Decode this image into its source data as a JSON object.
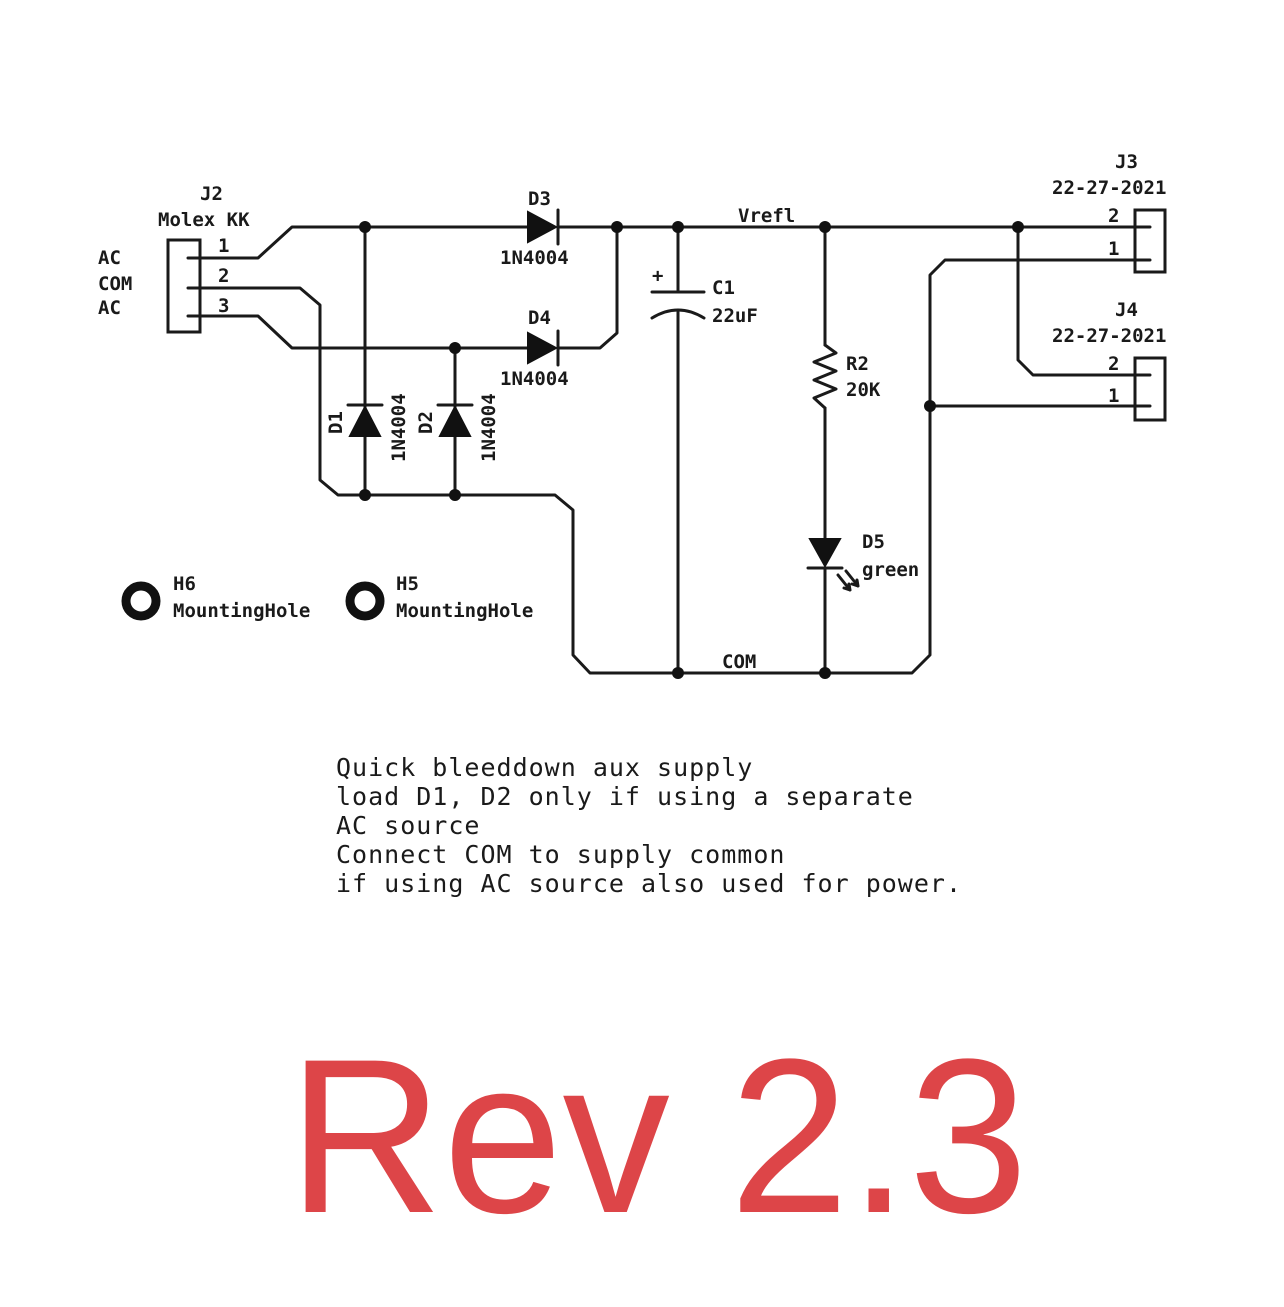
{
  "schematic": {
    "j2": {
      "ref": "J2",
      "value": "Molex KK",
      "pins": [
        "1",
        "2",
        "3"
      ],
      "signals": [
        "AC",
        "COM",
        "AC"
      ]
    },
    "d3": {
      "ref": "D3",
      "value": "1N4004"
    },
    "d4": {
      "ref": "D4",
      "value": "1N4004"
    },
    "d1": {
      "ref": "D1",
      "value": "1N4004"
    },
    "d2": {
      "ref": "D2",
      "value": "1N4004"
    },
    "c1": {
      "ref": "C1",
      "value": "22uF",
      "polarity": "+"
    },
    "r2": {
      "ref": "R2",
      "value": "20K"
    },
    "d5": {
      "ref": "D5",
      "value": "green"
    },
    "j3": {
      "ref": "J3",
      "value": "22-27-2021",
      "pins": [
        "2",
        "1"
      ]
    },
    "j4": {
      "ref": "J4",
      "value": "22-27-2021",
      "pins": [
        "2",
        "1"
      ]
    },
    "h6": {
      "ref": "H6",
      "value": "MountingHole"
    },
    "h5": {
      "ref": "H5",
      "value": "MountingHole"
    },
    "nets": {
      "vrefl": "Vrefl",
      "com": "COM"
    }
  },
  "notes": [
    "Quick bleeddown aux supply",
    "load D1, D2 only if using a separate",
    "AC source",
    "Connect COM to supply common",
    "if using AC source also used for power."
  ],
  "revision": "Rev 2.3",
  "colors": {
    "revision": "#dd4548",
    "ink": "#1a1a1a"
  }
}
